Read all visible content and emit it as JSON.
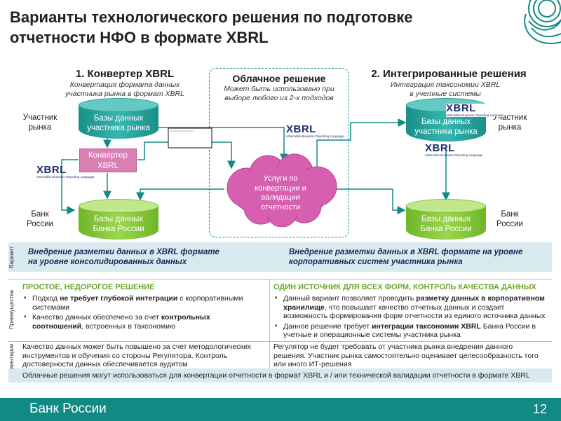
{
  "title": "Варианты технологического решения по подготовке отчетности НФО в формате XBRL",
  "title_line1": "Варианты технологического решения по подготовке",
  "title_line2": "отчетности НФО в формате XBRL",
  "col1": {
    "heading": "1. Конвертер XBRL",
    "sub1": "Конвертация формата данных",
    "sub2": "участника рынка в формат XBRL"
  },
  "col2": {
    "heading": "Облачное решение",
    "sub1": "Может быть использовано при",
    "sub2": "выборе любого из 2-х подходов"
  },
  "col3": {
    "heading": "2. Интегрированные решения",
    "sub1": "Интеграция таксономии XBRL",
    "sub2": "в  учетные системы"
  },
  "labels": {
    "participant_left_1": "Участник",
    "participant_left_2": "рынка",
    "participant_right_1": "Участник",
    "participant_right_2": "рынка",
    "bank_left_1": "Банк",
    "bank_left_2": "России",
    "bank_right_1": "Банк",
    "bank_right_2": "России"
  },
  "db": {
    "participant_1": "Базы данных",
    "participant_2": "участника рынка",
    "bank_1": "Базы данных",
    "bank_2": "Банка России"
  },
  "converter": {
    "line1": "Конвертер",
    "line2": "XBRL"
  },
  "cloud": {
    "l1": "Услуги по",
    "l2": "конвертации и",
    "l3": "валидации",
    "l4": "отчетности"
  },
  "xbrl_logo": {
    "main": "XBRL",
    "sub": "eXtensible Business Reporting Language"
  },
  "variant": {
    "side": "Вариант",
    "left_1": "Внедрение разметки данных в XBRL формате",
    "left_2": "на уровне консолидированных данных",
    "right_1": "Внедрение разметки данных в XBRL формате на уровне",
    "right_2": "корпоративных систем участника рынка"
  },
  "advantages": {
    "side": "Преимущества",
    "left_head": "ПРОСТОЕ, НЕДОРОГОЕ РЕШЕНИЕ",
    "left_b1_pre": "Подход ",
    "left_b1_bold": "не требует глубокой интеграции",
    "left_b1_post": " с корпоративными системами",
    "left_b2_pre": "Качество данных обеспечено за счет ",
    "left_b2_bold": "контрольных соотношений",
    "left_b2_post": ", встроенных в таксономию",
    "right_head": "ОДИН ИСТОЧНИК ДЛЯ ВСЕХ ФОРМ, КОНТРОЛЬ КАЧЕСТВА ДАННЫХ",
    "right_b1_pre": "Данный вариант позволяет проводить ",
    "right_b1_bold": "разметку данных в корпоративном хранилище",
    "right_b1_post": ", что повышает качество отчетных данных и создает возможность формирования форм отчетности из единого источника данных",
    "right_b2_pre": "Данное решение требует ",
    "right_b2_bold": "интеграции таксономии XBRL",
    "right_b2_post": " Банка России в учетные и операционные системы участника рынка"
  },
  "comments": {
    "side": "Комментарии",
    "left": "Качество данных может быть повышено за счет методологических инструментов и обучения со стороны Регулятора. Контроль достоверности данных обеспечивается  аудитом",
    "right": "Регулятор не будет требовать от участника рынка внедрения данного решения. Участник рынка самостоятельно оценивает целесообразность того или иного ИТ-решения"
  },
  "footer_note": "Облачные решения могут использоваться для конвертации отчетности в формат XBRL и / или технической валидации отчетности в формате XBRL",
  "footer": {
    "org": "Банк России",
    "page": "12"
  },
  "colors": {
    "teal": "#128a84",
    "green": "#7dbf35",
    "pink": "#d97fb4",
    "band": "#d8e9ef",
    "cloud": "#d65fb0"
  }
}
